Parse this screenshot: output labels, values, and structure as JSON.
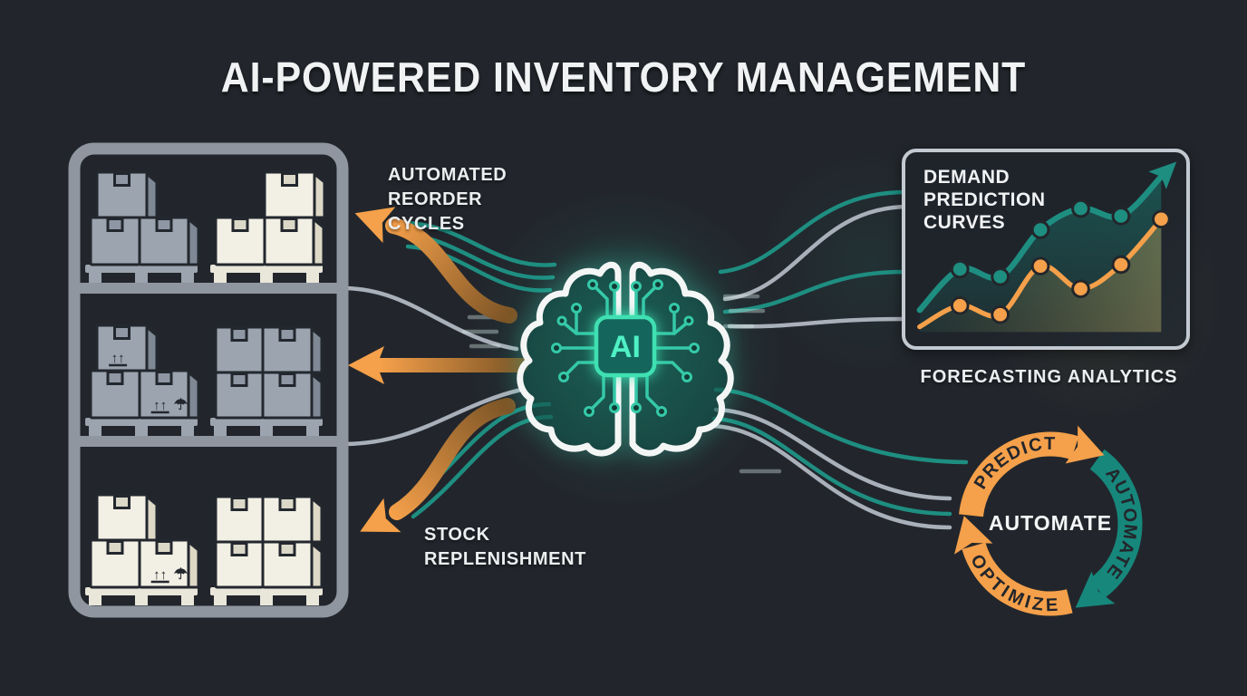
{
  "title": "AI-POWERED INVENTORY MANAGEMENT",
  "left_labels": {
    "reorder": "AUTOMATED REORDER CYCLES",
    "replenishment": "STOCK REPLENISHMENT"
  },
  "center": {
    "chip": "AI"
  },
  "shelf": {
    "rows": 3,
    "markings": {
      "this_way_up": "↑↑",
      "keep_dry": "☂"
    }
  },
  "right": {
    "chart_title": "DEMAND PREDICTION CURVES",
    "caption": "FORECASTING ANALYTICS",
    "cycle": {
      "arcs": [
        "PREDICT",
        "AUTOMATE",
        "OPTIMIZE"
      ],
      "center": "AUTOMATE"
    }
  },
  "colors": {
    "bg": "#22262c",
    "teal": "#1e8e81",
    "tealbright": "#3fe0b2",
    "orange": "#f5a04a",
    "frame": "#8f969f",
    "boxgray": "#9ba4af",
    "boxcream": "#f2efe4"
  },
  "chart_data": {
    "type": "line",
    "title": "DEMAND PREDICTION CURVES",
    "x": [
      1,
      2,
      3,
      4,
      5,
      6,
      7
    ],
    "series": [
      {
        "name": "upper forecast curve (teal, ends in rising arrow)",
        "color": "#1e8e81",
        "start": 11,
        "values": [
          38,
          33,
          64,
          78,
          73
        ],
        "end": 99,
        "end_style": "arrow"
      },
      {
        "name": "lower actual curve (orange dots)",
        "color": "#f5a04a",
        "start": 0,
        "values": [
          14,
          8,
          40,
          25,
          41,
          71
        ],
        "end_style": "dot"
      }
    ],
    "ylim": [
      0,
      100
    ],
    "grid": false,
    "legend": "none",
    "annotations": "teal curve has dark-teal area fill; olive glow under orange curve; no axis labels"
  }
}
